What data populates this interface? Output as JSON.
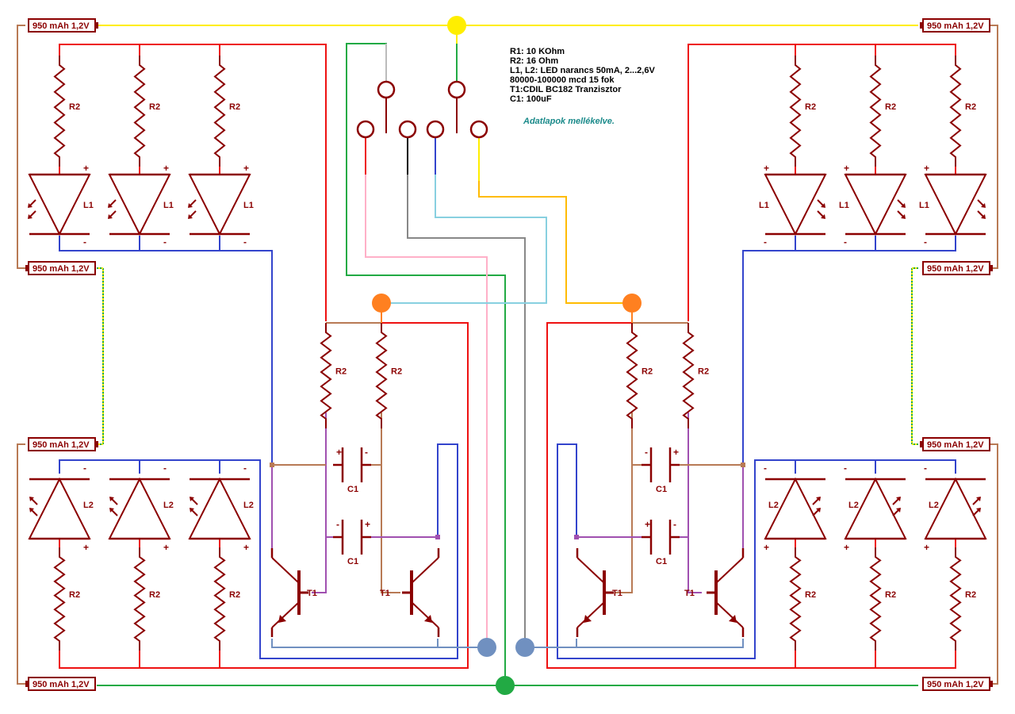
{
  "specs": {
    "lines": [
      "R1: 10 KOhm",
      "R2: 16 Ohm",
      "L1, L2: LED narancs 50mA, 2...2,6V",
      "80000-100000 mcd 15 fok",
      "T1:CDIL BC182 Tranzisztor",
      "C1: 100uF"
    ],
    "note": "Adatlapok mellékelve."
  },
  "components": {
    "battery_label": "950 mAh 1,2V",
    "resistor_label": "R2",
    "led_top_label": "L1",
    "led_bottom_label": "L2",
    "capacitor_label": "C1",
    "transistor_label": "T1",
    "plus": "+",
    "minus": "-"
  },
  "colors": {
    "component": "#8b0000",
    "wire_red": "#ee1111",
    "wire_blue": "#3344cc",
    "wire_brown": "#b87a55",
    "wire_purple": "#a050b0",
    "wire_green": "#22aa44",
    "wire_yellow": "#ffee00",
    "wire_pink": "#ffb0c8",
    "wire_gray": "#888888",
    "wire_lightblue": "#88d0e0",
    "wire_orange": "#ffbb00",
    "wire_steel": "#7090c0",
    "node_orange": "#ff8020",
    "node_steel": "#7090c0",
    "node_green": "#22aa44",
    "node_yellow": "#ffee00",
    "note_text": "#1a8a8a"
  }
}
